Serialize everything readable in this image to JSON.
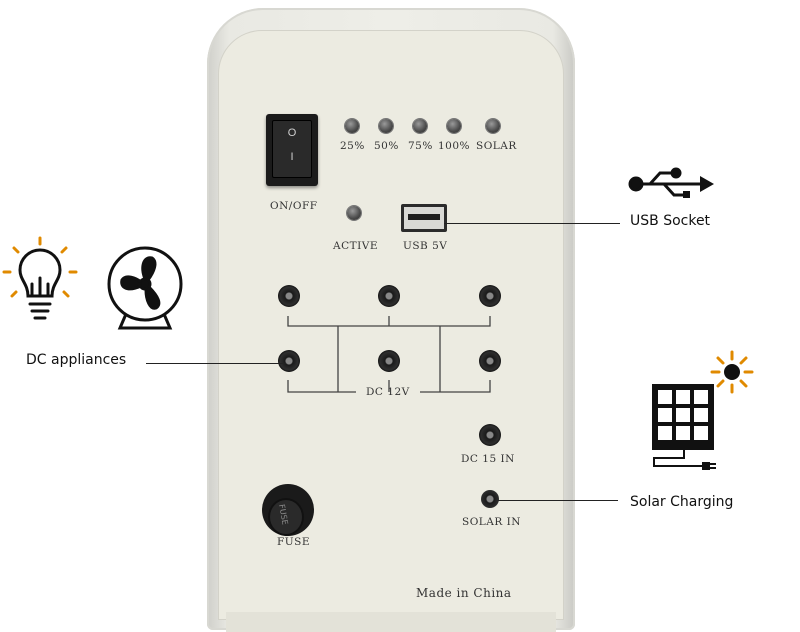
{
  "device": {
    "switch_on": "I",
    "switch_off": "O",
    "switch_label": "ON/OFF",
    "battery_levels": [
      "25%",
      "50%",
      "75%",
      "100%",
      "SOLAR"
    ],
    "active_label": "ACTIVE",
    "usb_label": "USB 5V",
    "dc_label": "DC 12V",
    "dc_in_label": "DC 15 IN",
    "solar_in_label": "SOLAR IN",
    "fuse_label": "FUSE",
    "fuse_cap_text": "FUSE",
    "made_in": "Made in China"
  },
  "callouts": {
    "usb_socket": "USB Socket",
    "dc_appliances": "DC appliances",
    "solar_charging": "Solar Charging"
  },
  "icons": [
    "lightbulb-icon",
    "fan-icon",
    "usb-symbol-icon",
    "sun-icon",
    "solar-panel-icon"
  ]
}
